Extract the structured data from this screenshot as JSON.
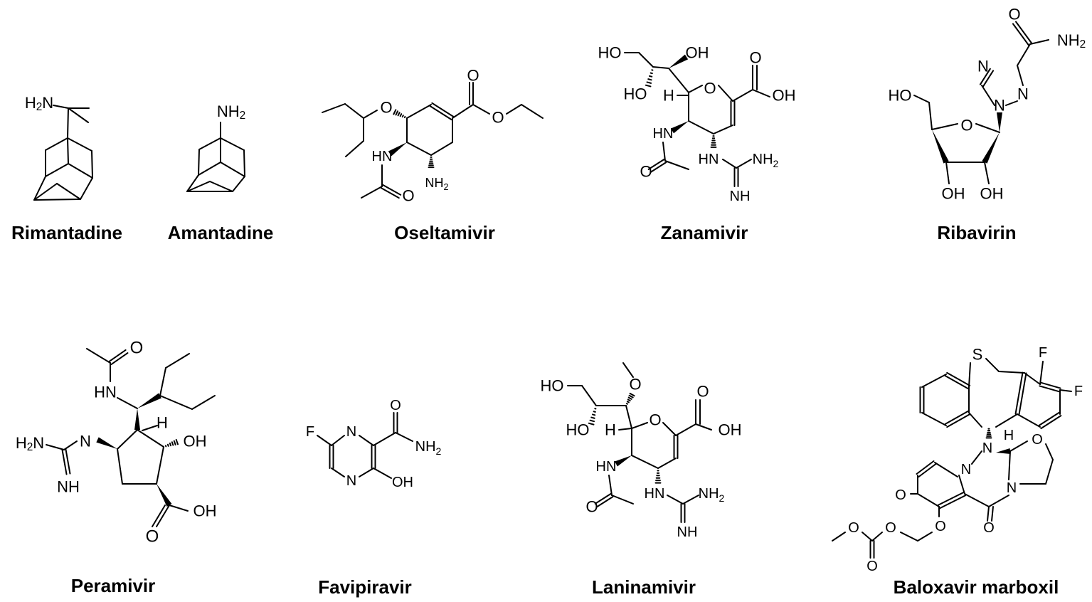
{
  "molecules": [
    {
      "id": "rimantadine",
      "name": "Rimantadine",
      "atoms": {
        "nh2": "H2N"
      }
    },
    {
      "id": "amantadine",
      "name": "Amantadine",
      "atoms": {
        "nh2": "NH2"
      }
    },
    {
      "id": "oseltamivir",
      "name": "Oseltamivir",
      "atoms": {
        "o_ether": "O",
        "o_ester": "O",
        "o_carbonyl": "O",
        "hn": "HN",
        "o_amide": "O",
        "nh2": "NH2"
      }
    },
    {
      "id": "zanamivir",
      "name": "Zanamivir",
      "atoms": {
        "ho_top": "HO",
        "oh_top": "OH",
        "ho_mid": "HO",
        "h": "H",
        "o_ring": "O",
        "o_acid": "O",
        "oh_acid": "OH",
        "hn": "HN",
        "o_amide": "O",
        "hn2": "HN",
        "nh2": "NH2",
        "nh": "NH"
      }
    },
    {
      "id": "ribavirin",
      "name": "Ribavirin",
      "atoms": {
        "o_amide": "O",
        "nh2": "NH2",
        "n1": "N",
        "n2": "N",
        "n3": "N",
        "ho": "HO",
        "o_ring": "O",
        "oh1": "OH",
        "oh2": "OH"
      }
    },
    {
      "id": "peramivir",
      "name": "Peramivir",
      "atoms": {
        "o": "O",
        "hn": "HN",
        "h": "H",
        "oh": "OH",
        "h2n": "H2N",
        "n": "N",
        "nh": "NH",
        "o_acid": "O",
        "oh_acid": "OH"
      }
    },
    {
      "id": "favipiravir",
      "name": "Favipiravir",
      "atoms": {
        "f": "F",
        "n1": "N",
        "n2": "N",
        "o": "O",
        "nh2": "NH2",
        "oh": "OH"
      }
    },
    {
      "id": "laninamivir",
      "name": "Laninamivir",
      "atoms": {
        "o_me": "O",
        "ho_top": "HO",
        "ho_mid": "HO",
        "h": "H",
        "o_ring": "O",
        "o_acid": "O",
        "oh_acid": "OH",
        "hn": "HN",
        "o_amide": "O",
        "hn2": "HN",
        "nh2": "NH2",
        "nh": "NH"
      }
    },
    {
      "id": "baloxavir",
      "name": "Baloxavir marboxil",
      "atoms": {
        "s": "S",
        "f1": "F",
        "f2": "F",
        "n1": "N",
        "n2": "N",
        "h": "H",
        "o_ring": "O",
        "n3": "N",
        "o_keto": "O",
        "o_ketone": "O",
        "o_ether": "O",
        "o_link": "O",
        "o_carb": "O",
        "o_me": "O"
      }
    }
  ]
}
